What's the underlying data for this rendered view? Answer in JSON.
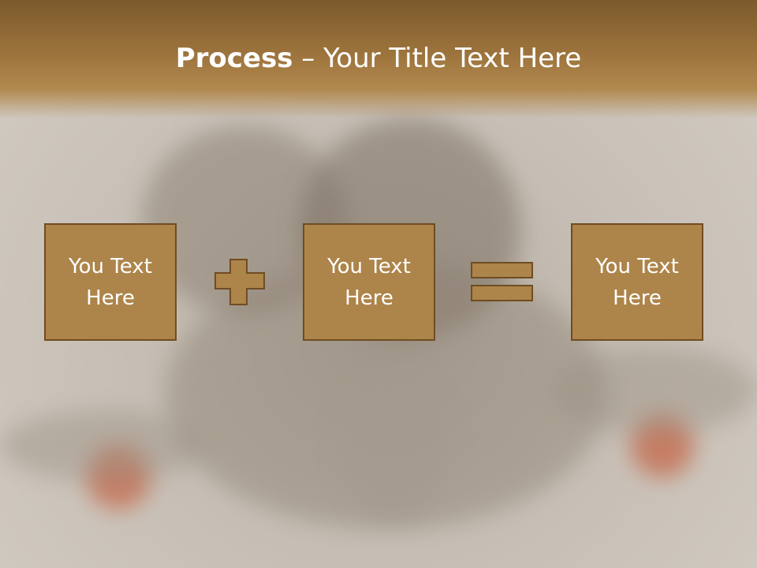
{
  "slide": {
    "title_bold": "Process",
    "title_rest": " – Your Title Text Here"
  },
  "process": {
    "boxes": [
      {
        "text": "You Text Here"
      },
      {
        "text": "You Text Here"
      },
      {
        "text": "You Text Here"
      }
    ],
    "operators": [
      "plus",
      "equals"
    ]
  },
  "colors": {
    "header": "#9c733c",
    "box_fill": "#ad844a",
    "box_border": "#6f4d22",
    "title_text": "#ffffff"
  }
}
